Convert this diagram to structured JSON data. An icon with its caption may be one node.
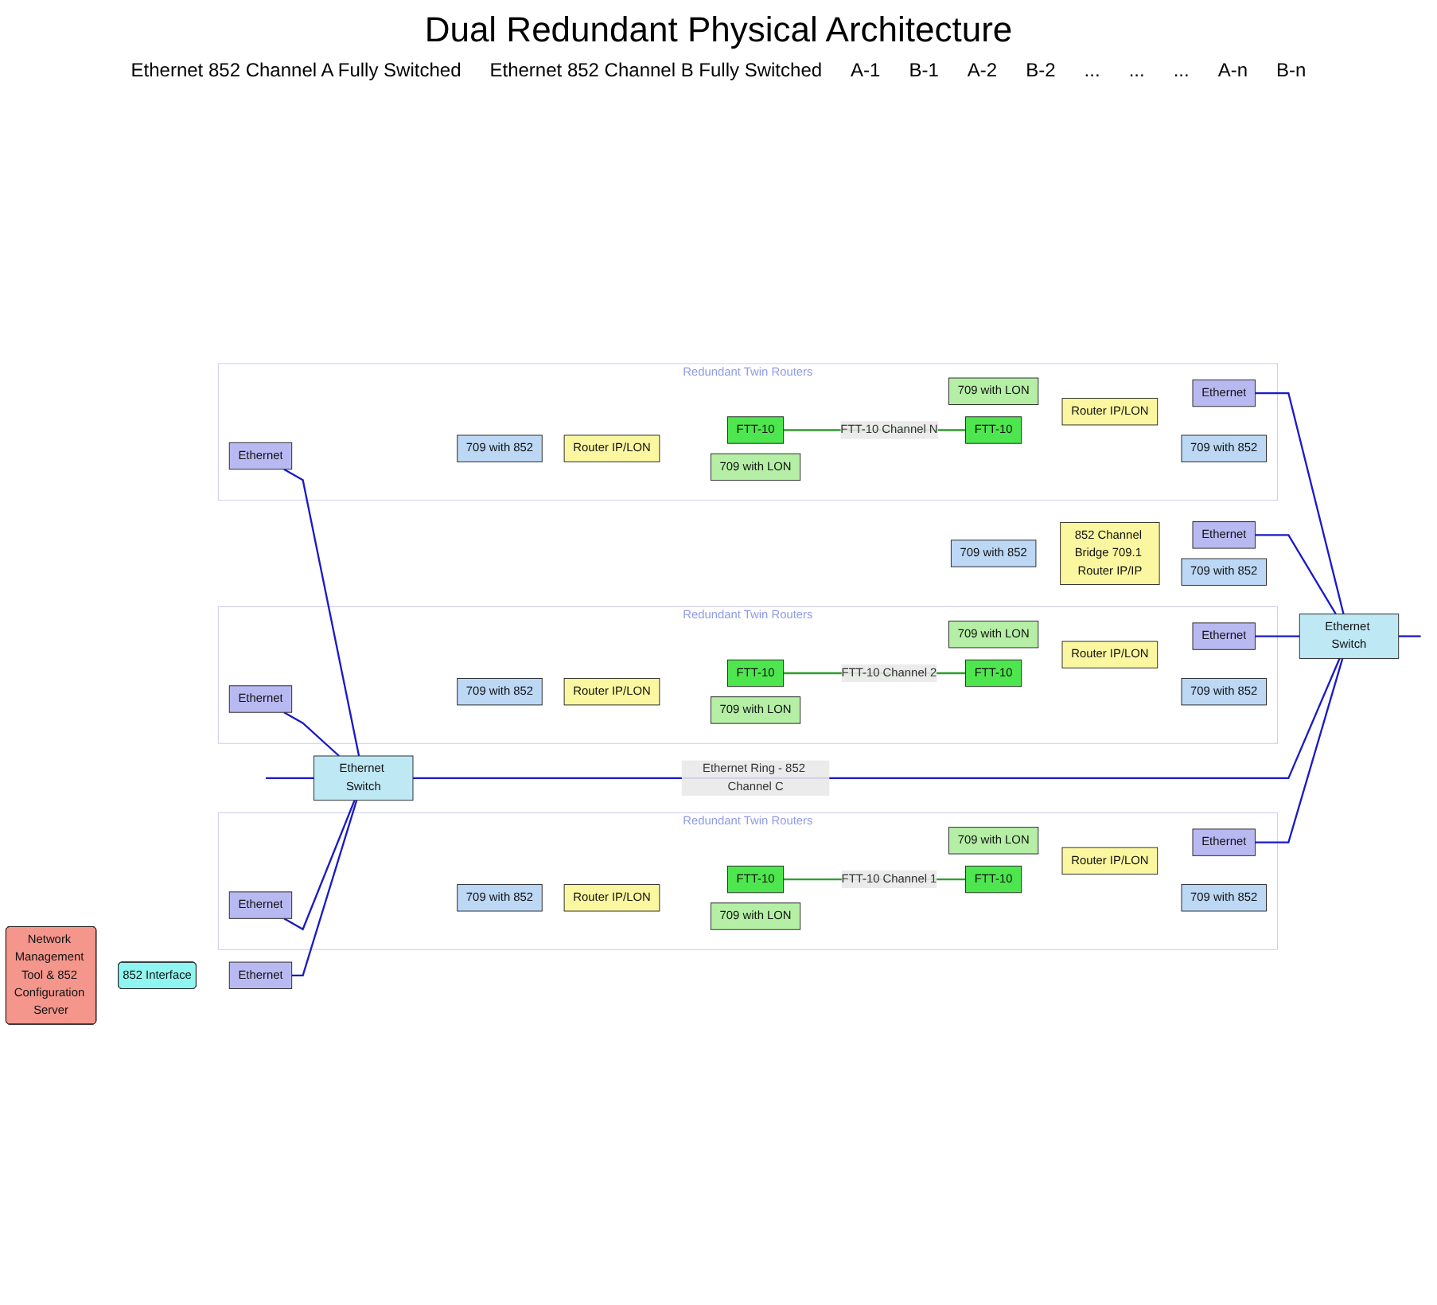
{
  "diagram": {
    "title": "Dual Redundant Physical Architecture",
    "nodes": [
      {
        "text": [
          "Redundant Twin Routers"
        ]
      },
      {
        "text": [
          "Ethernet"
        ],
        "in": 0
      },
      {
        "text": [
          "709 with 852"
        ],
        "in": 0
      },
      {
        "text": [
          "Router IP/LON"
        ],
        "in": 0
      },
      {
        "text": [
          "709 with LON"
        ],
        "in": 0
      },
      {
        "text": [
          "FTT-10"
        ],
        "in": 0
      },
      {
        "text": [
          "Ethernet"
        ],
        "in": 0
      },
      {
        "text": [
          "709 with LON"
        ],
        "in": 0
      },
      {
        "text": [
          "Router IP/LON"
        ],
        "in": 0
      },
      {
        "text": [
          "709 with 852"
        ],
        "in": 0
      },
      {
        "text": [
          "FTT-10"
        ],
        "in": 0
      },
      {
        "text": [
          "Redundant Twin Routers"
        ]
      },
      {
        "text": [
          "Ethernet"
        ],
        "in": 11
      },
      {
        "text": [
          "709 with 852"
        ],
        "in": 11
      },
      {
        "text": [
          "Router IP/LON"
        ],
        "in": 11
      },
      {
        "text": [
          "709 with LON"
        ],
        "in": 11
      },
      {
        "text": [
          "FTT-10"
        ],
        "in": 11
      },
      {
        "text": [
          "Ethernet"
        ],
        "in": 11
      },
      {
        "text": [
          "709 with LON"
        ],
        "in": 11
      },
      {
        "text": [
          "Router IP/LON"
        ],
        "in": 11
      },
      {
        "text": [
          "709 with 852"
        ],
        "in": 11
      },
      {
        "text": [
          "FTT-10"
        ],
        "in": 11
      },
      {
        "text": [
          "Redundant Twin Routers"
        ]
      },
      {
        "text": [
          "Ethernet"
        ],
        "in": 22
      },
      {
        "text": [
          "709 with 852"
        ],
        "in": 22
      },
      {
        "text": [
          "Router IP/LON"
        ],
        "in": 22
      },
      {
        "text": [
          "709 with LON"
        ],
        "in": 22
      },
      {
        "text": [
          "FTT-10"
        ],
        "in": 22
      },
      {
        "text": [
          "Ethernet"
        ],
        "in": 22
      },
      {
        "text": [
          "709 with LON"
        ],
        "in": 22
      },
      {
        "text": [
          "Router IP/LON"
        ],
        "in": 22
      },
      {
        "text": [
          "709 with 852"
        ],
        "in": 22
      },
      {
        "text": [
          "FTT-10"
        ],
        "in": 22
      },
      {
        "text": [
          "Network Management Tool & 852 Configuration Server"
        ]
      },
      {
        "text": [
          "852 Interface"
        ]
      },
      {
        "text": [
          "Ethernet"
        ]
      },
      {
        "text": [
          "709 with 852"
        ]
      },
      {
        "text": [
          "852 Channel Bridge 709.1 Router IP/IP"
        ]
      },
      {
        "text": [
          "709 with 852"
        ]
      },
      {
        "text": [
          "Ethernet"
        ]
      },
      {
        "text": [
          "Ethernet Switch"
        ]
      },
      {
        "text": [
          "Ethernet Switch"
        ]
      }
    ],
    "edges": [
      {
        "from": 5,
        "to": 10,
        "arrow": "none",
        "label": "FTT-10 Channel 1",
        "color": "#2e9e2e"
      },
      {
        "from": 1,
        "to": 40,
        "arrow": "none"
      },
      {
        "from": 6,
        "to": 41,
        "arrow": "none"
      },
      {
        "from": 16,
        "to": 21,
        "arrow": "none",
        "label": "FTT-10 Channel 2",
        "color": "#2e9e2e"
      },
      {
        "from": 12,
        "to": 40,
        "arrow": "none"
      },
      {
        "from": 17,
        "to": 41,
        "arrow": "none"
      },
      {
        "from": 27,
        "to": 32,
        "arrow": "none",
        "label": "FTT-10 Channel N",
        "color": "#2e9e2e"
      },
      {
        "from": 23,
        "to": 40,
        "arrow": "none"
      },
      {
        "from": 28,
        "to": 41,
        "arrow": "none"
      },
      {
        "from": null,
        "to": 40,
        "arrow": "none"
      },
      {
        "from": 40,
        "to": 41,
        "arrow": "none",
        "label": "Ethernet Ring - 852 Channel C"
      },
      {
        "from": 35,
        "to": 40,
        "arrow": "none"
      },
      {
        "from": 39,
        "to": 41,
        "arrow": "none"
      },
      {
        "from": 41,
        "to": null,
        "arrow": "none"
      }
    ],
    "labels": [
      "Ethernet 852 Channel A Fully Switched",
      "Ethernet 852 Channel B Fully Switched",
      "A-1",
      "B-1",
      "A-2",
      "B-2",
      "...",
      "...",
      "...",
      "A-n",
      "B-n"
    ]
  }
}
